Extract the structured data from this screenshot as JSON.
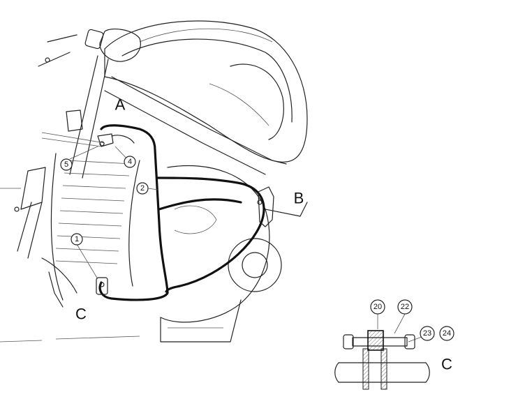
{
  "labels": {
    "A": "A",
    "B": "B",
    "C_main": "C",
    "C_detail": "C"
  },
  "callouts": {
    "p1": "1",
    "p2": "2",
    "p4": "4",
    "p5": "5",
    "p20": "20",
    "p22": "22",
    "p23": "23",
    "p24": "24"
  }
}
